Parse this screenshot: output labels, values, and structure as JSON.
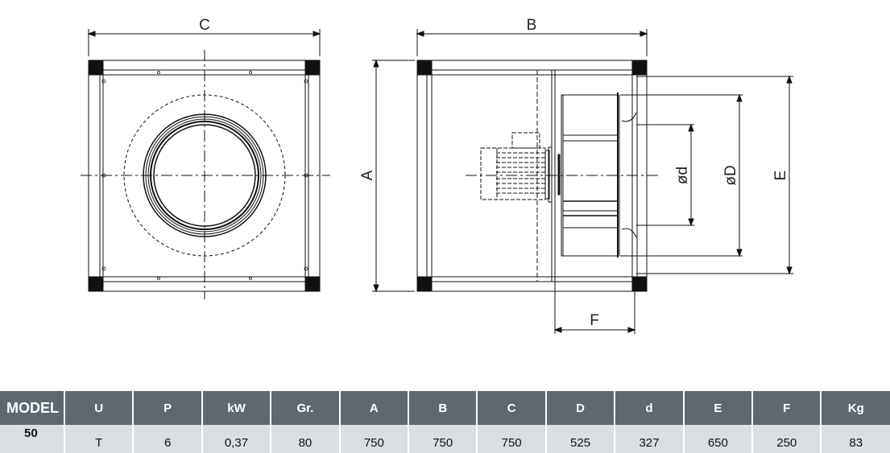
{
  "drawing": {
    "labels": {
      "C": "C",
      "B": "B",
      "A": "A",
      "E": "E",
      "F": "F",
      "d": "ød",
      "D": "øD"
    }
  },
  "table": {
    "headers": [
      "MODEL",
      "U",
      "P",
      "kW",
      "Gr.",
      "A",
      "B",
      "C",
      "D",
      "d",
      "E",
      "F",
      "Kg"
    ],
    "rows": [
      [
        "50",
        "T",
        "6",
        "0,37",
        "80",
        "750",
        "750",
        "750",
        "525",
        "327",
        "650",
        "250",
        "83"
      ]
    ]
  },
  "colors": {
    "header_bg": "#5d6870",
    "row_bg": "#dcdfe2"
  }
}
